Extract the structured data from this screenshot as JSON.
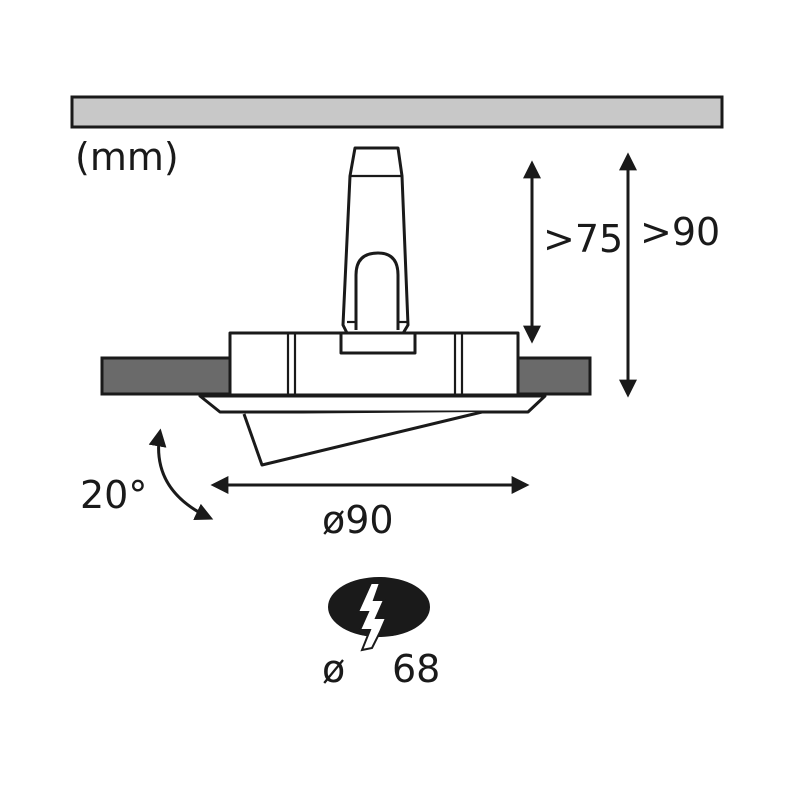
{
  "diagram": {
    "unit_label": "(mm)",
    "depth_min_label": ">75",
    "depth_total_label": ">90",
    "tilt_label": "20°",
    "diameter_label": "ø90",
    "cutout_symbol": "ø",
    "cutout_value": "68"
  },
  "colors": {
    "ceiling": "#c8c8c8",
    "ceiling_edge": "#1a1a1a",
    "ceiling_board": "#6a6a6a",
    "cutout_fill": "#1a1a1a",
    "line": "#1a1a1a"
  },
  "icons": {
    "cutout": "ceiling-cutout-icon",
    "tilt_arrow": "curved-arrow-icon",
    "dimension_arrows": "double-arrow-icon"
  }
}
